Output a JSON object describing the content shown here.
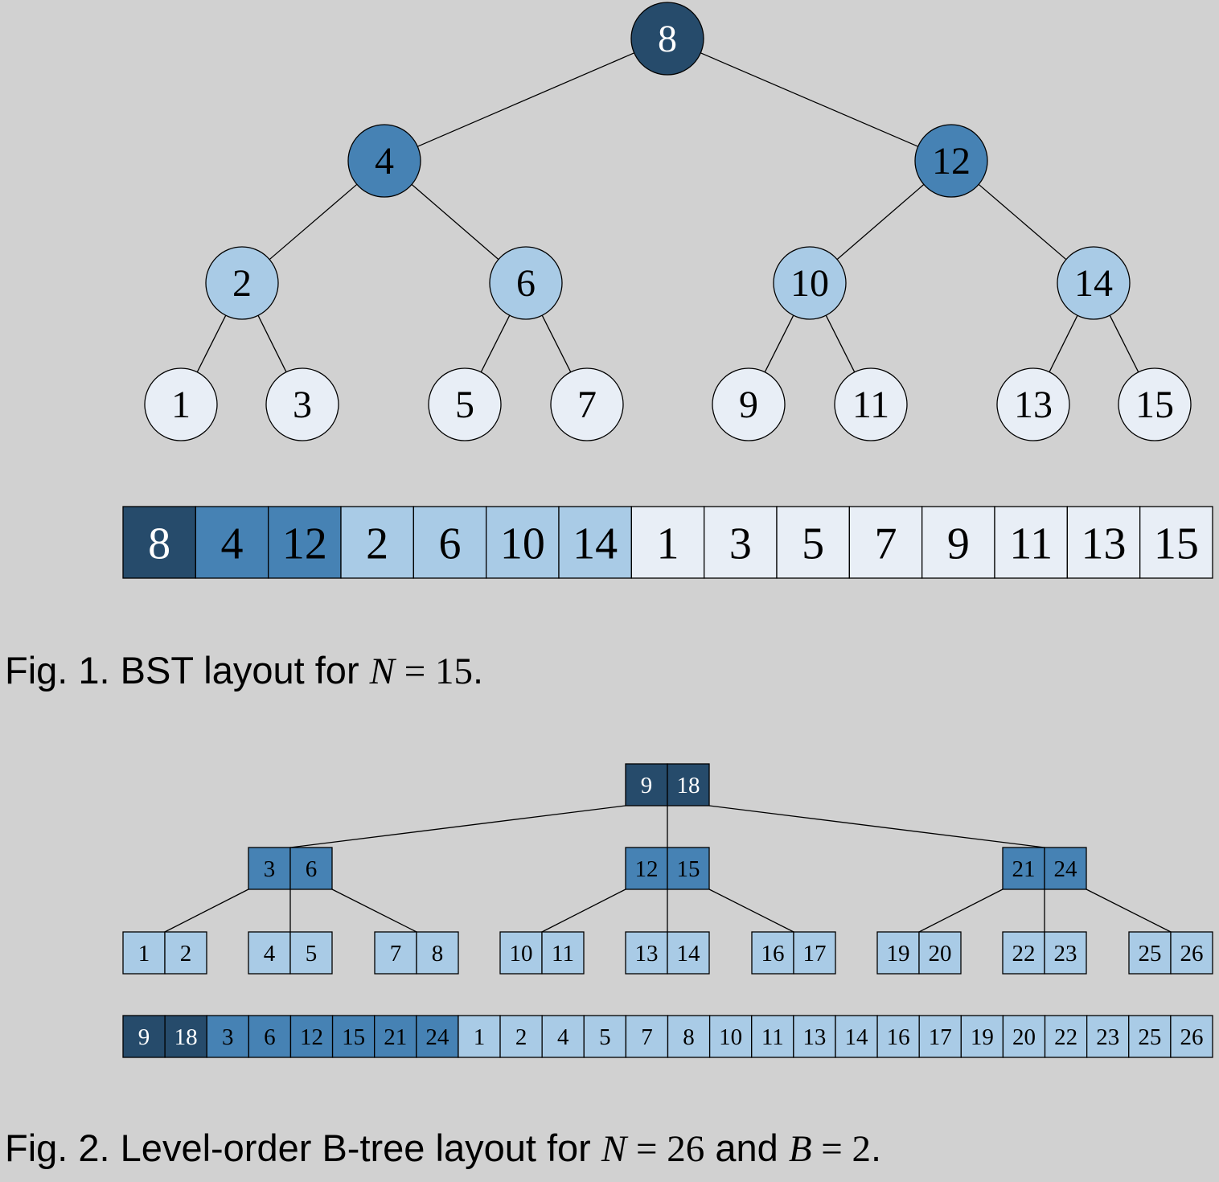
{
  "colors": {
    "background": "#d1d1d1",
    "level0": "#264b6b",
    "level1": "#4682b4",
    "level2": "#a9cbe6",
    "level3": "#e8eef6",
    "stroke": "#000000",
    "text_dark": "#000000",
    "text_light": "#ffffff"
  },
  "figure1": {
    "tree_levels": [
      [
        "8"
      ],
      [
        "4",
        "12"
      ],
      [
        "2",
        "6",
        "10",
        "14"
      ],
      [
        "1",
        "3",
        "5",
        "7",
        "9",
        "11",
        "13",
        "15"
      ]
    ],
    "array": [
      "8",
      "4",
      "12",
      "2",
      "6",
      "10",
      "14",
      "1",
      "3",
      "5",
      "7",
      "9",
      "11",
      "13",
      "15"
    ],
    "array_levels": [
      0,
      1,
      1,
      2,
      2,
      2,
      2,
      3,
      3,
      3,
      3,
      3,
      3,
      3,
      3
    ],
    "caption": {
      "prefix": "Fig. 1. BST layout for ",
      "var": "N",
      "eq": " = 15",
      "suffix": "."
    }
  },
  "figure2": {
    "tree_levels": [
      [
        [
          "9",
          "18"
        ]
      ],
      [
        [
          "3",
          "6"
        ],
        [
          "12",
          "15"
        ],
        [
          "21",
          "24"
        ]
      ],
      [
        [
          "1",
          "2"
        ],
        [
          "4",
          "5"
        ],
        [
          "7",
          "8"
        ],
        [
          "10",
          "11"
        ],
        [
          "13",
          "14"
        ],
        [
          "16",
          "17"
        ],
        [
          "19",
          "20"
        ],
        [
          "22",
          "23"
        ],
        [
          "25",
          "26"
        ]
      ]
    ],
    "array": [
      "9",
      "18",
      "3",
      "6",
      "12",
      "15",
      "21",
      "24",
      "1",
      "2",
      "4",
      "5",
      "7",
      "8",
      "10",
      "11",
      "13",
      "14",
      "16",
      "17",
      "19",
      "20",
      "22",
      "23",
      "25",
      "26"
    ],
    "array_levels": [
      0,
      0,
      1,
      1,
      1,
      1,
      1,
      1,
      2,
      2,
      2,
      2,
      2,
      2,
      2,
      2,
      2,
      2,
      2,
      2,
      2,
      2,
      2,
      2,
      2,
      2
    ],
    "caption": {
      "prefix": "Fig. 2. Level-order B-tree layout for ",
      "var1": "N",
      "eq1": " = 26",
      "mid": " and ",
      "var2": "B",
      "eq2": " = 2",
      "suffix": "."
    }
  }
}
